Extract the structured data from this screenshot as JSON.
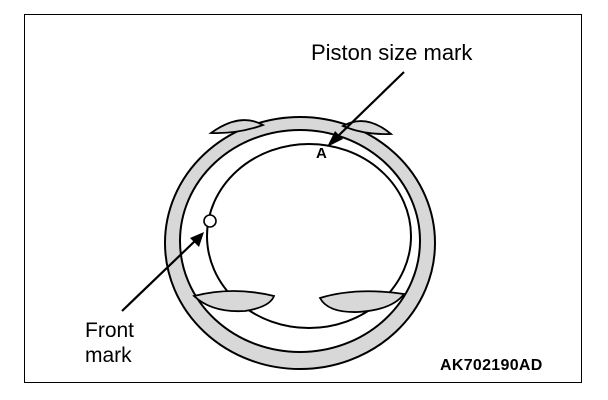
{
  "labels": {
    "piston_size_mark": "Piston size mark",
    "size_letter": "A",
    "front_mark_line1": "Front",
    "front_mark_line2": "mark",
    "figure_code": "AK702190AD"
  },
  "colors": {
    "line": "#000000",
    "ring_fill": "#d8d8d8",
    "background": "#ffffff"
  }
}
